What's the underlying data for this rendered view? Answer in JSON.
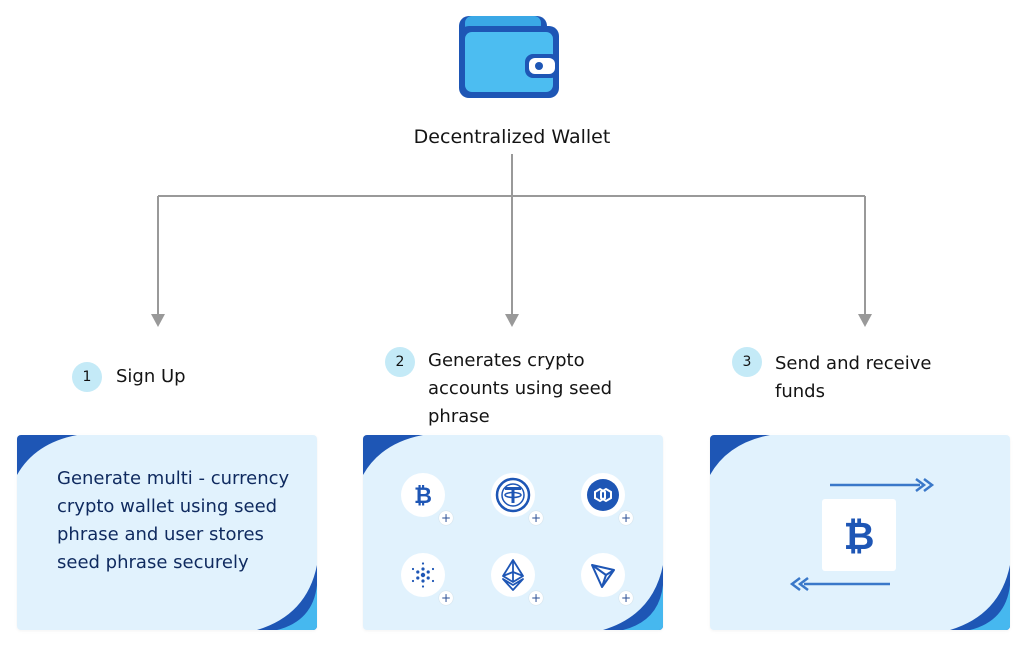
{
  "title": "Decentralized Wallet",
  "steps": [
    {
      "number": "1",
      "label": "Sign Up",
      "card_text": "Generate multi - currency crypto wallet using seed phrase and user stores seed phrase securely"
    },
    {
      "number": "2",
      "label": "Generates crypto accounts using seed phrase",
      "coins": [
        "bitcoin-icon",
        "tether-icon",
        "polygon-icon",
        "cardano-icon",
        "ethereum-icon",
        "tron-icon"
      ]
    },
    {
      "number": "3",
      "label": "Send and receive funds",
      "icon": "bitcoin-transfer-icon"
    }
  ],
  "colors": {
    "primary": "#1e56b5",
    "accent": "#46b8ef",
    "card_bg": "#e1f2fd",
    "badge_bg": "#c4eaf7",
    "connector": "#999999"
  }
}
